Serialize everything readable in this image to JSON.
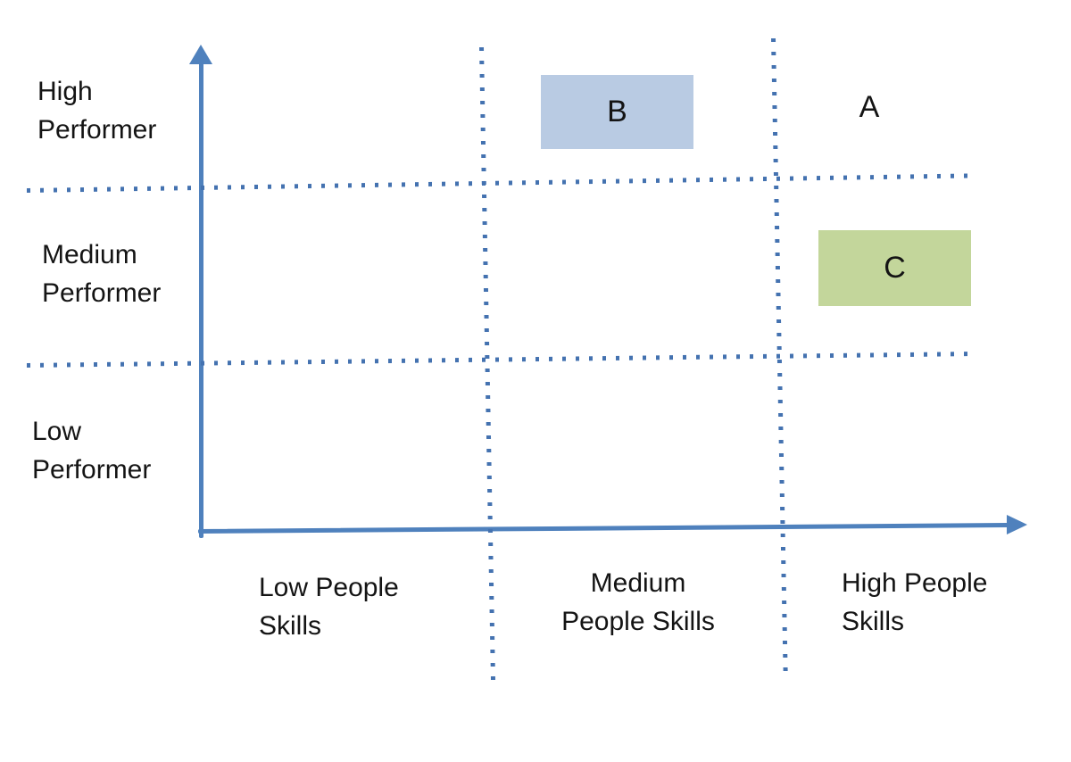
{
  "colors": {
    "axis_blue": "#4f81bd",
    "dot_blue": "#4472b0",
    "box_b_fill": "#b9cbe3",
    "box_c_fill": "#c3d69b",
    "text_ink": "#141414"
  },
  "rows": [
    {
      "name": "High Performer",
      "lines": [
        "High",
        "Performer"
      ]
    },
    {
      "name": "Medium Performer",
      "lines": [
        "Medium",
        "Performer"
      ]
    },
    {
      "name": "Low Performer",
      "lines": [
        "Low",
        "Performer"
      ]
    }
  ],
  "cols": [
    {
      "name": "Low People Skills",
      "lines": [
        "Low People",
        "Skills"
      ]
    },
    {
      "name": "Medium People Skills",
      "lines": [
        "Medium",
        "People Skills"
      ]
    },
    {
      "name": "High People Skills",
      "lines": [
        "High People",
        "Skills"
      ]
    }
  ],
  "items": [
    {
      "label": "A",
      "style": "plain-text",
      "row": "High Performer",
      "col": "High People Skills"
    },
    {
      "label": "B",
      "style": "blue-box",
      "row": "High Performer",
      "col": "Medium People Skills"
    },
    {
      "label": "C",
      "style": "green-box",
      "row": "Medium Performer",
      "col": "High People Skills"
    }
  ]
}
